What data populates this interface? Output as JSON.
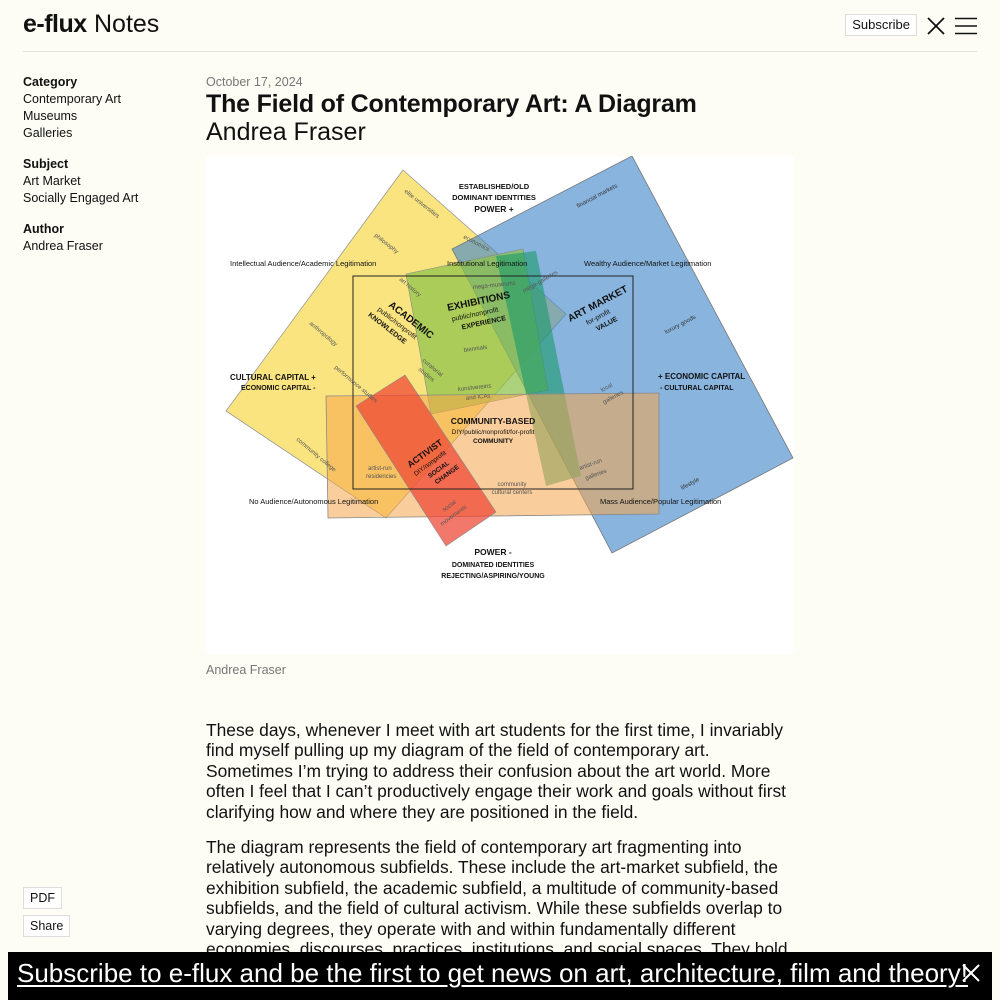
{
  "header": {
    "logo": "e-flux",
    "section": "Notes",
    "subscribe_label": "Subscribe"
  },
  "sidebar": {
    "category": {
      "heading": "Category",
      "items": [
        "Contemporary Art",
        "Museums",
        "Galleries"
      ]
    },
    "subject": {
      "heading": "Subject",
      "items": [
        "Art Market",
        "Socially Engaged Art"
      ]
    },
    "author": {
      "heading": "Author",
      "items": [
        "Andrea Fraser"
      ]
    },
    "buttons": {
      "pdf": "PDF",
      "share": "Share"
    }
  },
  "article": {
    "date": "October 17, 2024",
    "title": "The Field of Contemporary Art: A Diagram",
    "author": "Andrea Fraser",
    "caption": "Andrea Fraser",
    "paragraphs": [
      "These days, whenever I meet with art students for the first time, I invariably find myself pulling up my diagram of the field of contemporary art. Sometimes I’m trying to address their confusion about the art world. More often I feel that I can’t productively engage their work and goals without first clarifying how and where they are positioned in the field.",
      "The diagram represents the field of contemporary art fragmenting into relatively autonomous subfields. These include the art-market subfield, the exhibition subfield, the academic subfield, a multitude of community-based subfields, and the field of cultural activism. While these subfields overlap to varying degrees, they operate with and within fundamentally different economies, discourses, practices, institutions, and social spaces. They hold different criteria for the valuation and evaluation of art and does. My diagram maps these subfields within coordinates developed by Pierre"
    ]
  },
  "diagram": {
    "top": [
      "ESTABLISHED/OLD",
      "DOMINANT IDENTITIES",
      "POWER +"
    ],
    "bottom": [
      "POWER -",
      "DOMINATED IDENTITIES",
      "REJECTING/ASPIRING/YOUNG"
    ],
    "row_top": {
      "left": "Intellectual Audience/Academic Legitimation",
      "center": "Institutional  Legitimation",
      "right": "Wealthy Audience/Market Legitimation"
    },
    "row_bottom": {
      "left": "No Audience/Autonomous Legitimation",
      "right": "Mass Audience/Popular Legitimation"
    },
    "left_axis": [
      "CULTURAL CAPITAL  +",
      "ECONOMIC CAPITAL  -"
    ],
    "right_axis": [
      "+  ECONOMIC CAPITAL",
      "-  CULTURAL CAPITAL"
    ],
    "academic": [
      "ACADEMIC",
      "public/nonprofit",
      "KNOWLEDGE"
    ],
    "exhibitions": [
      "EXHIBITIONS",
      "public/nonprofit",
      "EXPERIENCE"
    ],
    "art_market": [
      "ART MARKET",
      "for-profit",
      "VALUE"
    ],
    "community": [
      "COMMUNITY-BASED",
      "DIY/public/nonprofit/for-profit",
      "COMMUNITY"
    ],
    "activist": [
      "ACTIVIST",
      "DIY/nonprofit",
      "SOCIAL",
      "CHANGE"
    ],
    "small_labels": {
      "elite_universities": "elite universities",
      "financial_markets": "financial markets",
      "philosophy": "philosophy",
      "economics": "economics",
      "mega_museums": "mega-museums",
      "mega_galleries": "mega-galleries",
      "art_history": "art history",
      "anthropology": "anthropology",
      "curatorial_studies": [
        "curatorial",
        "studies"
      ],
      "biennials": "biennials",
      "luxury_goods": "luxury goods",
      "kunstvereins": [
        "kunstvereins",
        "and ICAs"
      ],
      "local_galleries": [
        "local",
        "galleries"
      ],
      "performance_studies": "performance studies",
      "community_college": "community college",
      "artist_run_residencies": [
        "artist-run",
        "residencies"
      ],
      "artist_run_galleries": [
        "artist-run",
        "galleries"
      ],
      "lifestyle": "lifestyle",
      "community_cultural_centers": [
        "community",
        "cultural centers"
      ],
      "social_movements": [
        "social",
        "movements"
      ]
    },
    "colors": {
      "academic": "#f7d53c",
      "art_market": "#3f86c9",
      "exhibitions": "#8cc24a",
      "market_inner": "#1a9a6a",
      "community": "#f5a64a",
      "activist": "#ee4433"
    }
  },
  "banner": {
    "text": "Subscribe to e-flux and be the first to get news on art, architecture, film and theory!"
  }
}
